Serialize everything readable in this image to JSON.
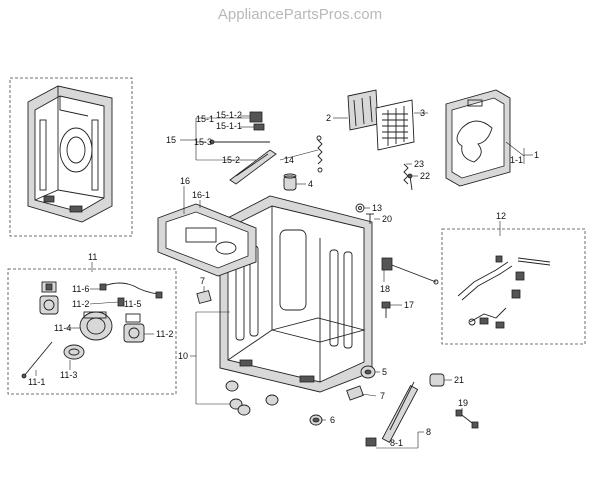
{
  "watermark": "AppliancePartsPros.com",
  "labels": {
    "l1": "1",
    "l1_1": "1-1",
    "l2": "2",
    "l3": "3",
    "l4": "4",
    "l5": "5",
    "l6": "6",
    "l7a": "7",
    "l7b": "7",
    "l8": "8",
    "l8_1": "8-1",
    "l10": "10",
    "l11": "11",
    "l11_1": "11-1",
    "l11_2a": "11-2",
    "l11_2b": "11-2",
    "l11_3": "11-3",
    "l11_4": "11-4",
    "l11_5": "11-5",
    "l11_6": "11-6",
    "l12": "12",
    "l13": "13",
    "l14": "14",
    "l15": "15",
    "l15_1": "15-1",
    "l15_1_1": "15-1-1",
    "l15_1_2": "15-1-2",
    "l15_2": "15-2",
    "l15_3": "15-3",
    "l16": "16",
    "l16_1": "16-1",
    "l17": "17",
    "l18": "18",
    "l19": "19",
    "l20": "20",
    "l21": "21",
    "l22": "22",
    "l23": "23"
  }
}
